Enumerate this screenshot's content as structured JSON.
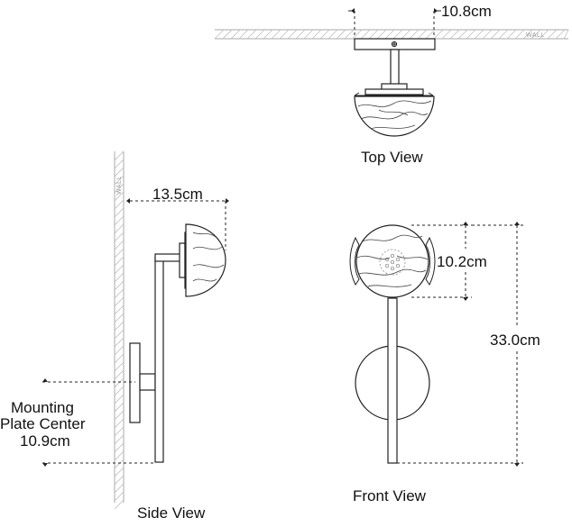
{
  "dimensions": {
    "top_width": "10.8cm",
    "side_depth": "13.5cm",
    "shade_diameter": "10.2cm",
    "overall_height": "33.0cm",
    "mounting_line1": "Mounting",
    "mounting_line2": "Plate Center",
    "mounting_value": "10.9cm"
  },
  "views": {
    "top": "Top View",
    "side": "Side View",
    "front": "Front View"
  },
  "wall_label": "WALL"
}
